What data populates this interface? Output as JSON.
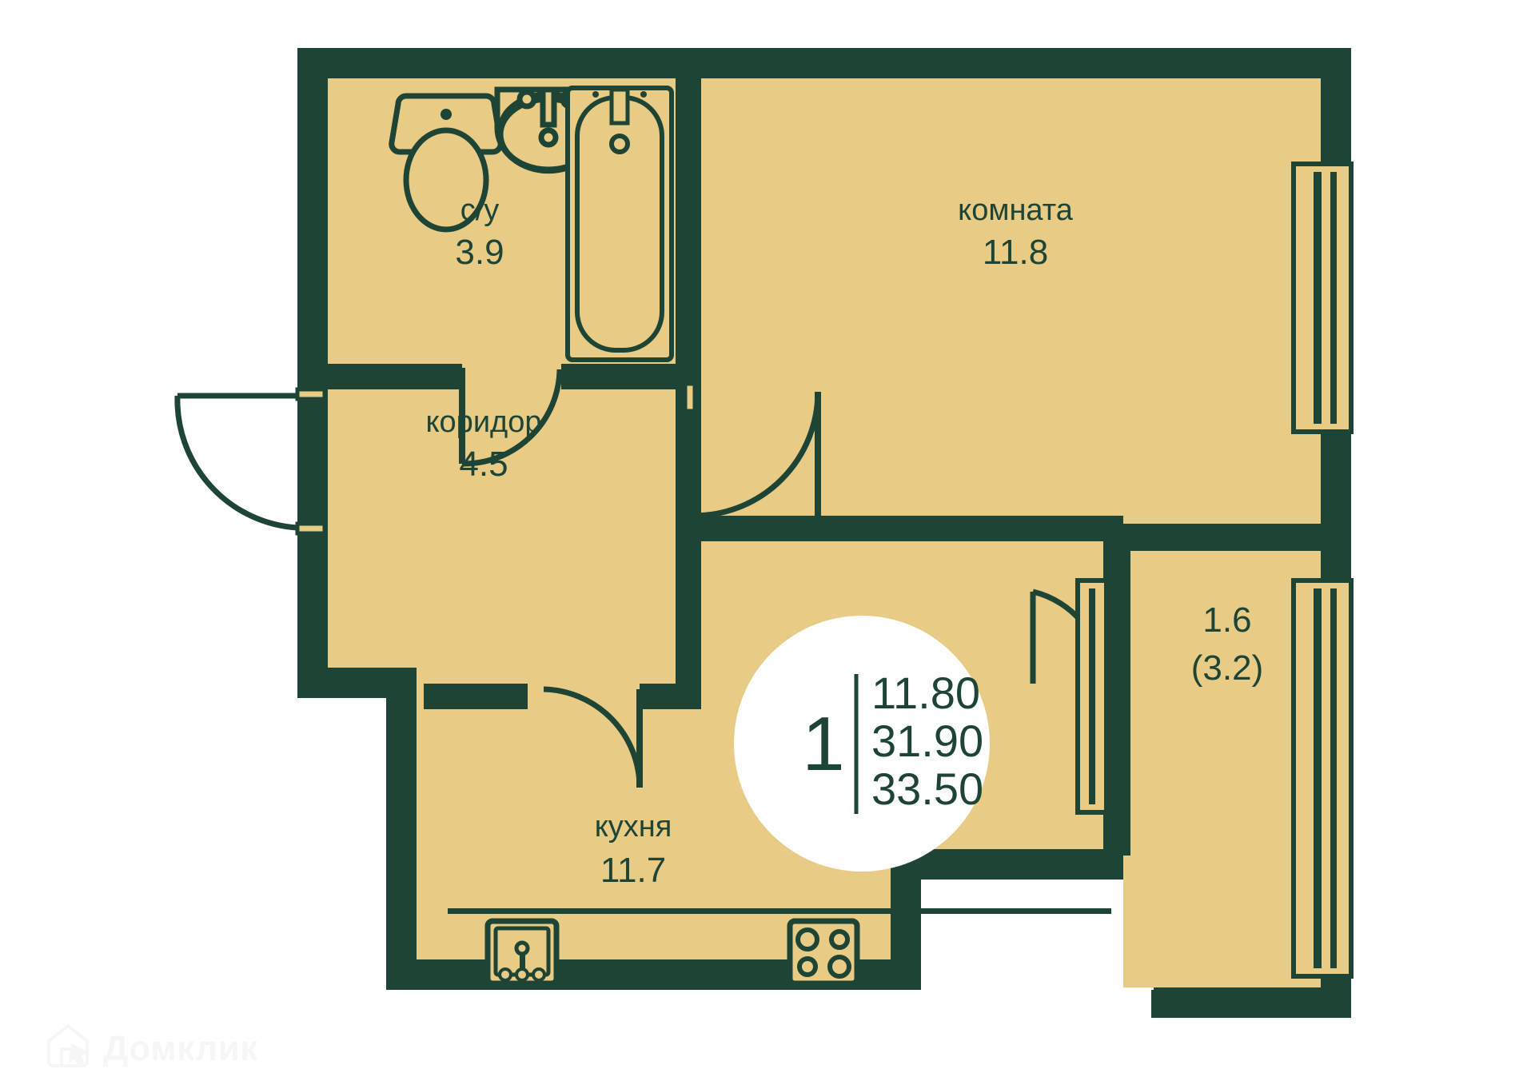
{
  "plan": {
    "type": "apartment-floor-plan",
    "colors": {
      "wall": "#1e4435",
      "floor": "#e8cb84",
      "background": "#ffffff",
      "badge_bg": "#ffffff",
      "text": "#1e4435",
      "watermark": "#f6f6f6"
    },
    "rooms": [
      {
        "id": "bathroom",
        "name": "с/у",
        "area": "3.9"
      },
      {
        "id": "living-room",
        "name": "комната",
        "area": "11.8"
      },
      {
        "id": "corridor",
        "name": "коридор",
        "area": "4.5"
      },
      {
        "id": "kitchen",
        "name": "кухня",
        "area": "11.7"
      },
      {
        "id": "balcony",
        "name": "",
        "area": "1.6",
        "area_secondary": "(3.2)"
      }
    ],
    "badge": {
      "rooms_count": "1",
      "living_area": "11.80",
      "total_area_without_balcony": "31.90",
      "total_area_with_balcony": "33.50"
    },
    "fixtures": [
      {
        "id": "toilet",
        "icon": "toilet-icon"
      },
      {
        "id": "washbasin",
        "icon": "sink-icon"
      },
      {
        "id": "bathtub",
        "icon": "bathtub-icon"
      },
      {
        "id": "kitchen-sink",
        "icon": "kitchen-sink-icon"
      },
      {
        "id": "cooktop",
        "icon": "stove-icon"
      }
    ],
    "doors": [
      {
        "id": "entrance-door",
        "type": "swing"
      },
      {
        "id": "bathroom-door",
        "type": "swing"
      },
      {
        "id": "living-room-door",
        "type": "swing"
      },
      {
        "id": "kitchen-door",
        "type": "swing"
      },
      {
        "id": "balcony-door",
        "type": "swing"
      }
    ],
    "windows": [
      {
        "id": "living-room-window"
      },
      {
        "id": "balcony-window-left"
      },
      {
        "id": "balcony-window-right"
      }
    ]
  },
  "watermark": {
    "brand": "Домклик",
    "logo_icon": "domclick-house-icon"
  }
}
